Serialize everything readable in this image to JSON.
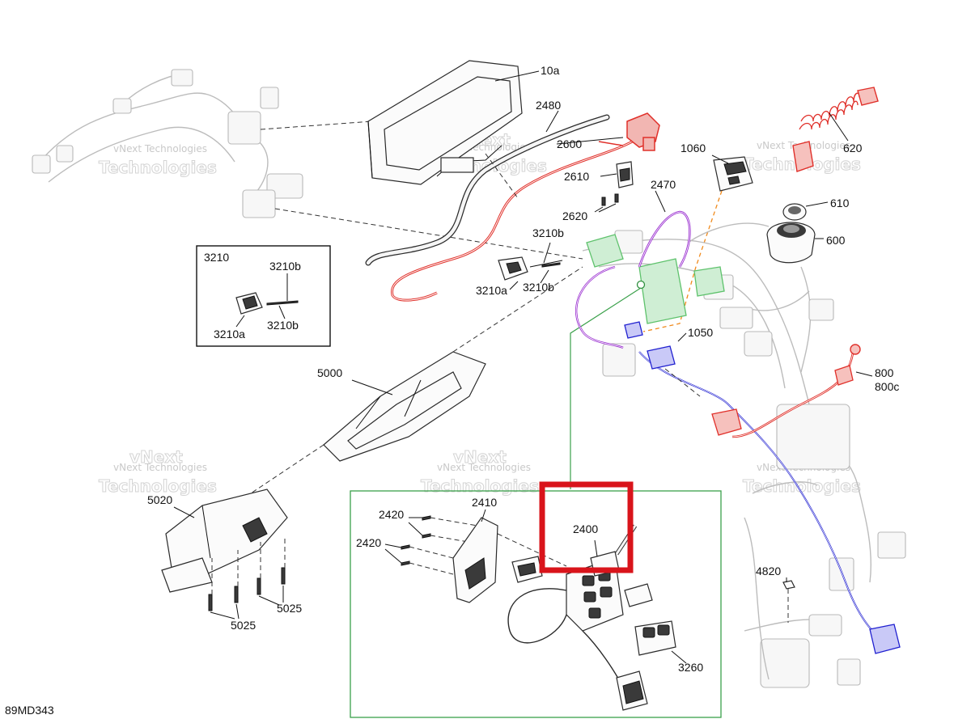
{
  "diagram_code": "89MD343",
  "watermark": {
    "line1": "vNext Technologies",
    "line2": "Technologies",
    "line3": "vNext"
  },
  "labels": {
    "p10a": "10a",
    "p2480": "2480",
    "p2600": "2600",
    "p2610": "2610",
    "p2620": "2620",
    "p1060": "1060",
    "p620": "620",
    "p610": "610",
    "p600": "600",
    "p2470": "2470",
    "p3210b_a": "3210b",
    "p3210a_main": "3210a",
    "p3210b_b": "3210b",
    "inset_title": "3210",
    "inset_3210b_top": "3210b",
    "inset_3210a": "3210a",
    "inset_3210b_bottom": "3210b",
    "p1050": "1050",
    "p800": "800",
    "p800c": "800c",
    "p5000": "5000",
    "p5020": "5020",
    "p5025_a": "5025",
    "p5025_b": "5025",
    "p2420_a": "2420",
    "p2420_b": "2420",
    "p2410": "2410",
    "p2400": "2400",
    "p3260": "3260",
    "p4820": "4820"
  },
  "colors": {
    "highlight": "#d9141b",
    "detail_frame": "#3aa04a",
    "red_part": "#e0302a",
    "purple_part": "#9a2fd0",
    "blue_part": "#2020d0",
    "orange_dash": "#f08a1c",
    "green_part": "#5ec26c"
  }
}
